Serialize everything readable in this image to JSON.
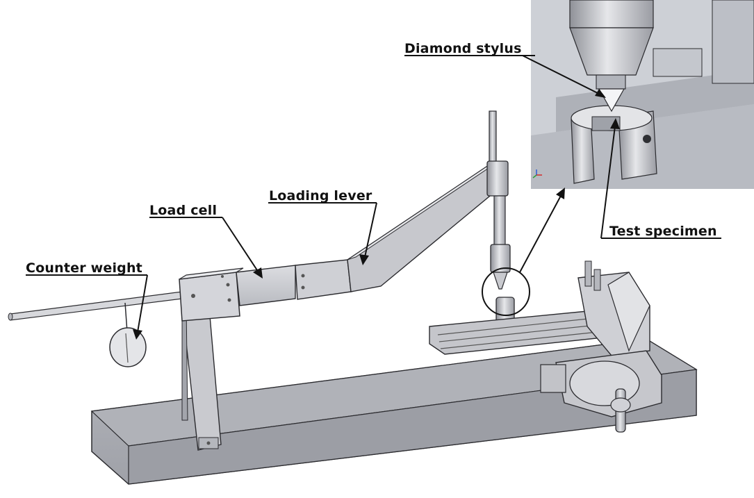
{
  "labels": {
    "diamond_stylus": "Diamond stylus",
    "loading_lever": "Loading lever",
    "load_cell": "Load cell",
    "counter_weight": "Counter weight",
    "test_specimen": "Test specimen"
  },
  "colors": {
    "metal_light": "#d4d5da",
    "metal_mid": "#b4b6bc",
    "metal_dark": "#8d8f96",
    "outline": "#2b2b2f",
    "label_text": "#111111"
  }
}
